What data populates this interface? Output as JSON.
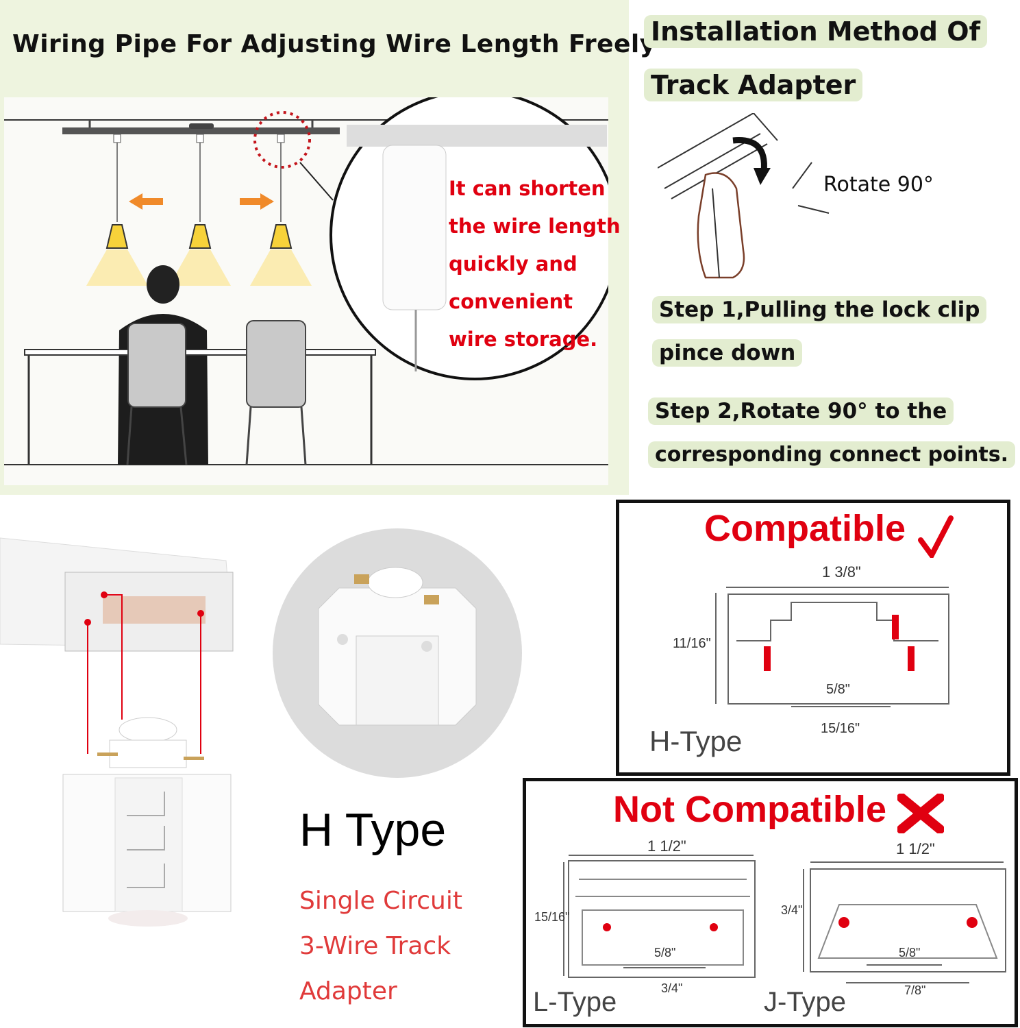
{
  "top_left": {
    "title": "Wiring Pipe For Adjusting Wire Length Freely",
    "callout_lines": [
      "It can shorten",
      "the wire length",
      "quickly and",
      "convenient",
      "wire storage."
    ]
  },
  "top_right": {
    "title_line1": "Installation Method Of",
    "title_line2": "Track Adapter",
    "rotate_label": "Rotate 90°",
    "step1_line1": "Step 1,Pulling the lock clip",
    "step1_line2": "pince down",
    "step2_line1": "Step 2,Rotate 90° to the",
    "step2_line2": "corresponding connect points."
  },
  "product": {
    "type_title": "H Type",
    "desc_line1": "Single Circuit",
    "desc_line2": "3-Wire Track",
    "desc_line3": "Adapter"
  },
  "compatible": {
    "title": "Compatible",
    "width_label": "1 3/8\"",
    "height_label": "11/16\"",
    "inner_label": "5/8\"",
    "outer_label": "15/16\"",
    "type_label": "H-Type"
  },
  "not_compatible": {
    "title": "Not Compatible",
    "l_type": {
      "width_label": "1 1/2\"",
      "height_label": "15/16\"",
      "inner_label": "5/8\"",
      "outer_label": "3/4\"",
      "type_label": "L-Type"
    },
    "j_type": {
      "width_label": "1 1/2\"",
      "height_label": "3/4\"",
      "inner_label": "5/8\"",
      "outer_label": "7/8\"",
      "type_label": "J-Type"
    }
  },
  "colors": {
    "accent_red": "#e00010",
    "panel_green": "#eef4df",
    "arrow_orange": "#f08a2a",
    "light_yellow": "#fbe9a0"
  }
}
